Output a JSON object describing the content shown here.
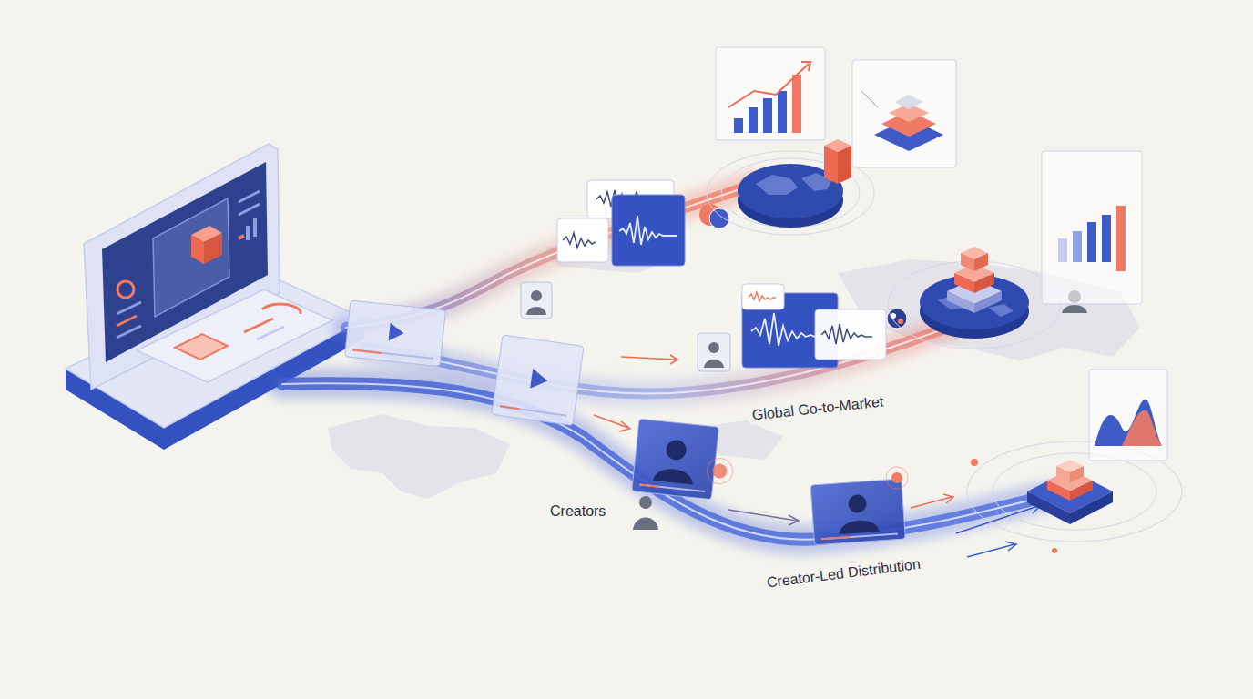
{
  "diagram": {
    "labels": [
      "Global Go-to-Market",
      "Creators",
      "Creator-Led Distribution"
    ]
  }
}
